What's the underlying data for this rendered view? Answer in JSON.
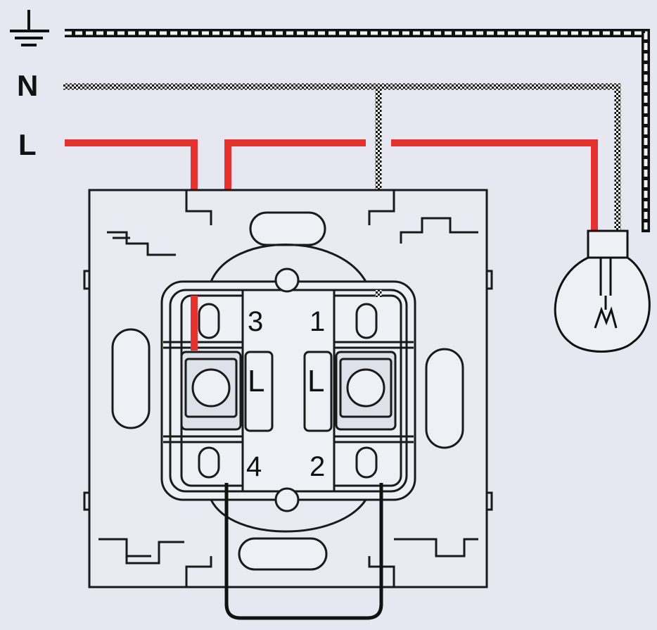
{
  "labels": {
    "neutral": "N",
    "line": "L"
  },
  "terminals": {
    "t3": "3",
    "t1": "1",
    "t4": "4",
    "t2": "2",
    "left_l": "L",
    "right_l": "L"
  },
  "icons": {
    "ground": "ground-symbol-icon",
    "bulb": "light-bulb-icon"
  },
  "colors": {
    "background": "#e6e7f1",
    "line_wire": "#e4322e",
    "outline": "#1a1a1a",
    "switch_face": "#eef0f6"
  }
}
